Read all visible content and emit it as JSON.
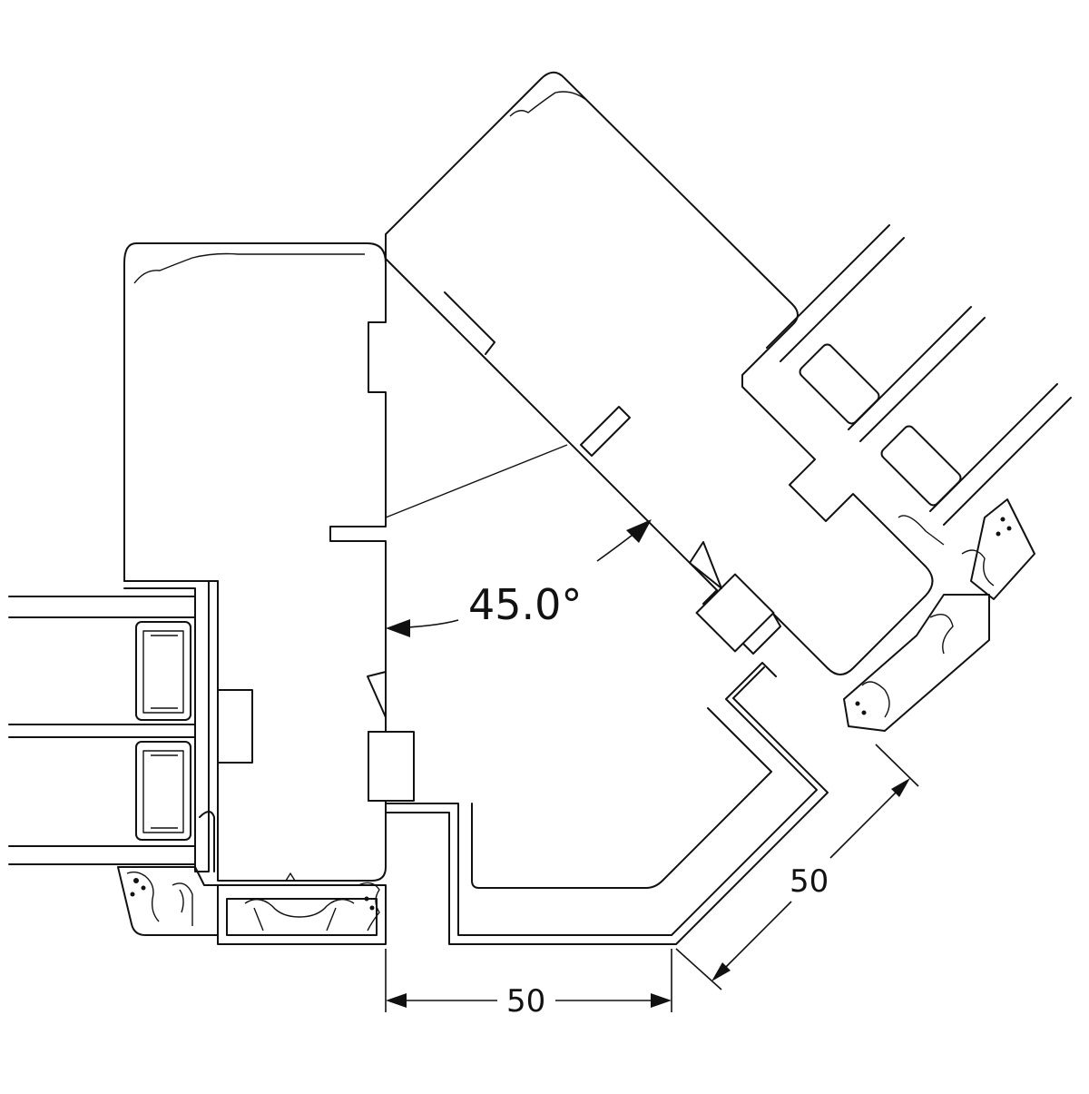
{
  "diagram": {
    "angle_label": "45.0°",
    "dimension_bottom_label": "50",
    "dimension_diagonal_label": "50"
  }
}
